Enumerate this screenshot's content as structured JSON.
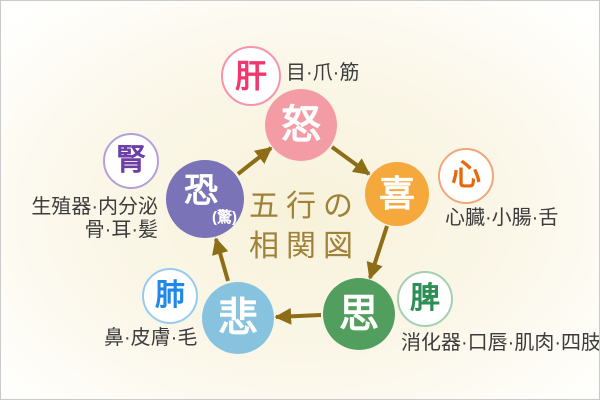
{
  "title": {
    "line1": "五行の",
    "line2": "相関図"
  },
  "colors": {
    "arrow": "#8d6d15",
    "title": "#a0813a",
    "text": "#3c3c3c",
    "border": "#cacaca"
  },
  "elements": {
    "wood": {
      "emotion": "怒",
      "organ": "肝",
      "functions": "目·爪·筋",
      "fill": "#f49ca6",
      "organ_color": "#f0386e",
      "ring": "#f794ad"
    },
    "fire": {
      "emotion": "喜",
      "organ": "心",
      "functions": "心臓·小腸·舌",
      "fill": "#f5a83c",
      "organ_color": "#e8680e",
      "ring": "#f0a878"
    },
    "earth": {
      "emotion": "思",
      "organ": "脾",
      "functions": "消化器·口唇·肌肉·四肢",
      "fill": "#519e5e",
      "organ_color": "#2d8e56",
      "ring": "#a3d0af"
    },
    "metal": {
      "emotion": "悲",
      "organ": "肺",
      "functions": "鼻·皮膚·毛",
      "fill": "#87c3df",
      "organ_color": "#2088e8",
      "ring": "#97cbf2"
    },
    "water": {
      "emotion": "恐",
      "emotion_sub": "(驚)",
      "organ": "腎",
      "functions_line1": "生殖器·内分泌",
      "functions_line2": "骨·耳·髪",
      "fill": "#7a73b7",
      "organ_color": "#6b3fa6",
      "ring": "#b59fd8"
    }
  }
}
